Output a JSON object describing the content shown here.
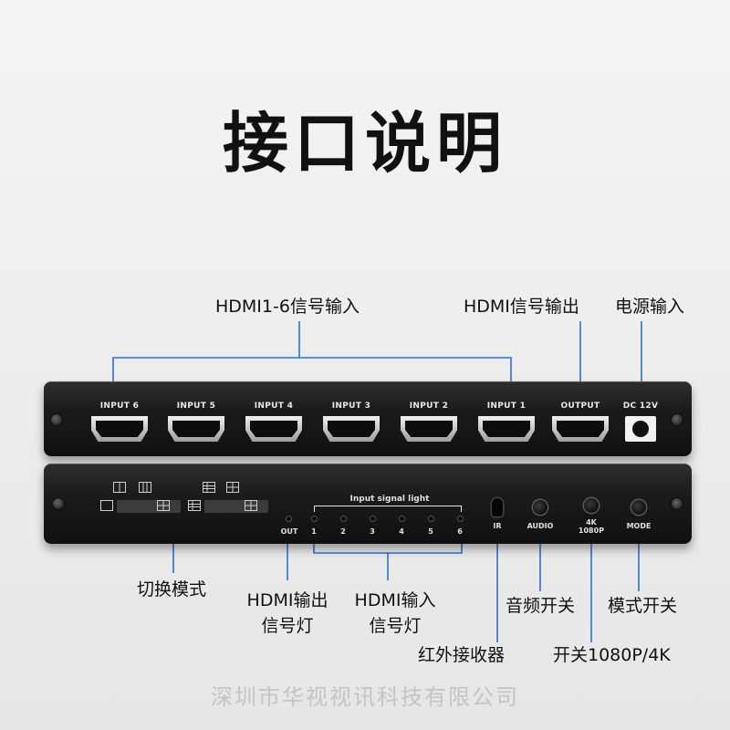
{
  "title": "接口说明",
  "callouts": {
    "hdmi_inputs": "HDMI1-6信号输入",
    "hdmi_output": "HDMI信号输出",
    "power_input": "电源输入",
    "switch_mode": "切换模式",
    "hdmi_out_light_line1": "HDMI输出",
    "hdmi_out_light_line2": "信号灯",
    "hdmi_in_light_line1": "HDMI输入",
    "hdmi_in_light_line2": "信号灯",
    "ir_receiver": "红外接收器",
    "audio_switch": "音频开关",
    "mode_switch": "模式开关",
    "resolution_switch": "开关1080P/4K"
  },
  "front_panel": {
    "ports": [
      "INPUT 6",
      "INPUT 5",
      "INPUT 4",
      "INPUT 3",
      "INPUT 2",
      "INPUT 1",
      "OUTPUT",
      "DC 12V"
    ]
  },
  "back_panel": {
    "input_signal_light": "Input signal light",
    "out_label": "OUT",
    "led_numbers": [
      "1",
      "2",
      "3",
      "4",
      "5",
      "6"
    ],
    "ir_label": "IR",
    "audio_label": "AUDIO",
    "res_label_line1": "4K",
    "res_label_line2": "1080P",
    "mode_label": "MODE"
  },
  "watermark": "深圳市华视视讯科技有限公司",
  "colors": {
    "leader_line": "#2f6fd6",
    "panel": "#1b1b1b",
    "label_text": "#111111"
  }
}
